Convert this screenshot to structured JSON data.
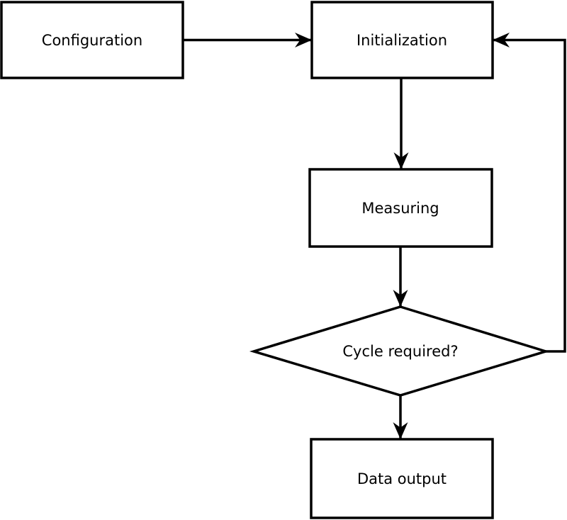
{
  "diagram": {
    "type": "flowchart",
    "background_color": "#ffffff",
    "stroke_color": "#000000",
    "node_fill_color": "#ffffff",
    "text_color": "#000000",
    "nodes": {
      "configuration": {
        "label": "Configuration",
        "shape": "rectangle"
      },
      "initialization": {
        "label": "Initialization",
        "shape": "rectangle"
      },
      "measuring": {
        "label": "Measuring",
        "shape": "rectangle"
      },
      "decision": {
        "label": "Cycle required?",
        "shape": "diamond"
      },
      "data_output": {
        "label": "Data output",
        "shape": "rectangle"
      }
    },
    "edges": [
      {
        "from": "configuration",
        "to": "initialization",
        "style": "arrow"
      },
      {
        "from": "initialization",
        "to": "measuring",
        "style": "arrow"
      },
      {
        "from": "measuring",
        "to": "decision",
        "style": "arrow"
      },
      {
        "from": "decision",
        "to": "data_output",
        "style": "arrow"
      },
      {
        "from": "decision",
        "to": "initialization",
        "style": "arrow",
        "route": "right-side-loop"
      }
    ]
  }
}
